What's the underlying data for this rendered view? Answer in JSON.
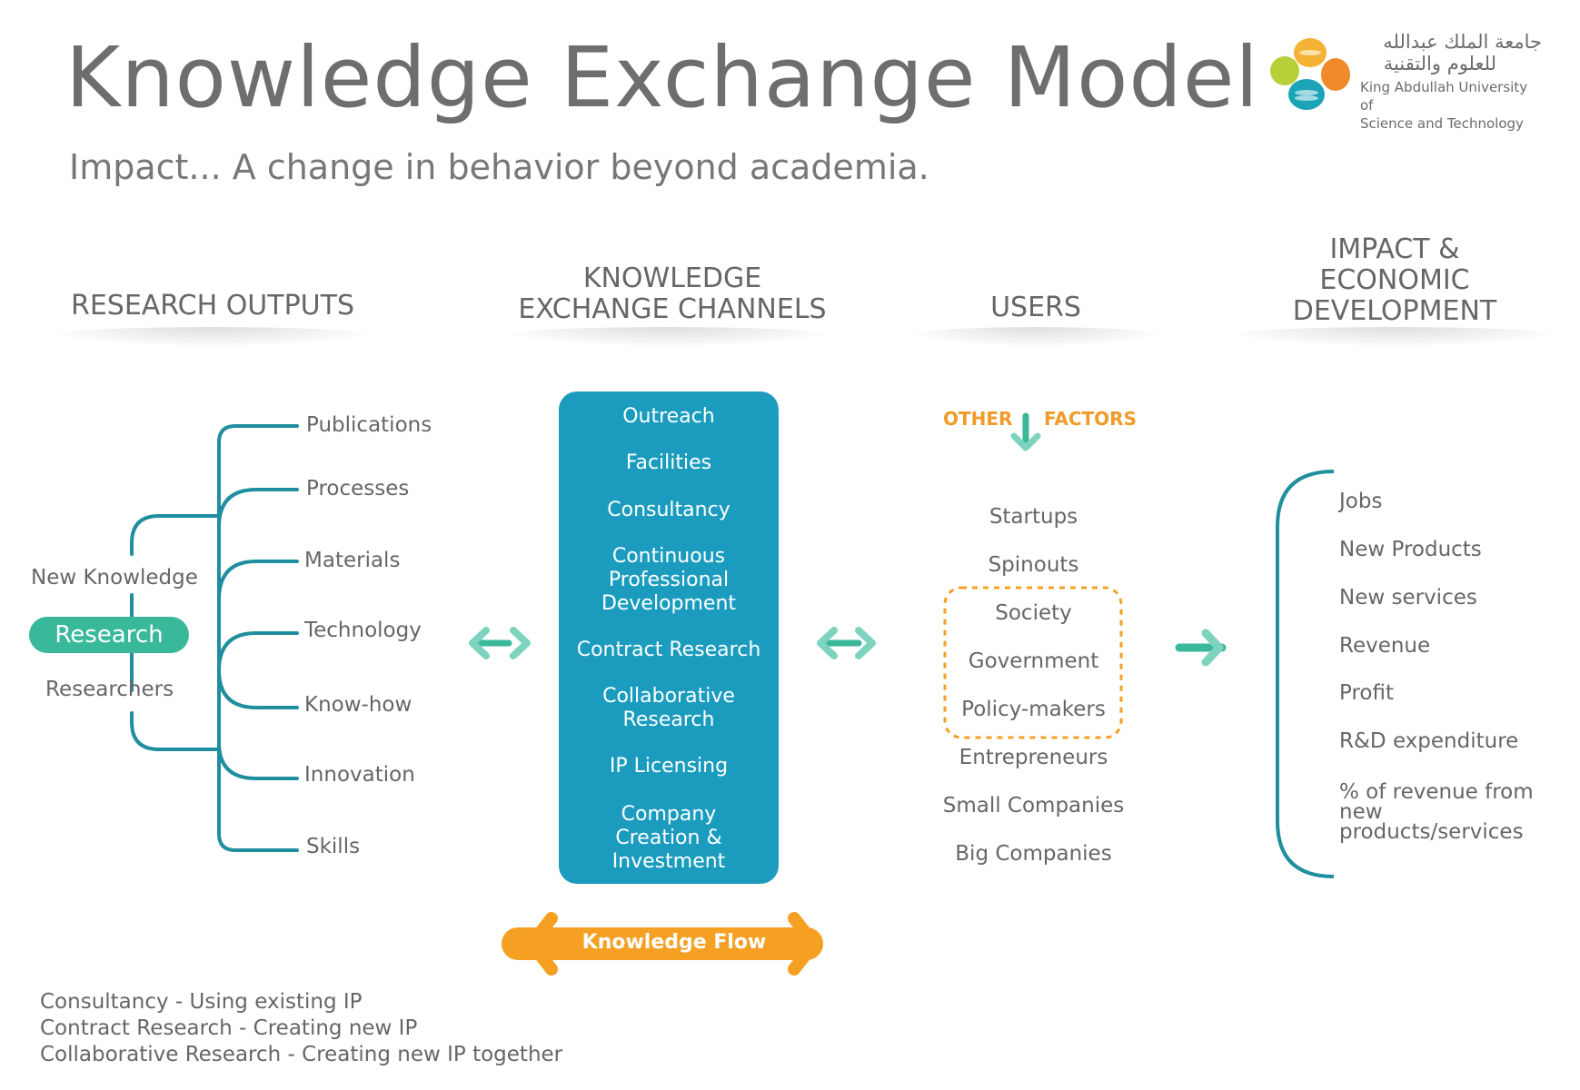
{
  "title": "Knowledge Exchange Model",
  "subtitle": "Impact... A change in behavior beyond academia.",
  "logo": {
    "arabic_line1": "جامعة الملك عبدالله",
    "arabic_line2": "للعلوم والتقنية",
    "english_line1": "King Abdullah University of",
    "english_line2": "Science and Technology"
  },
  "headers": {
    "research_outputs": "RESEARCH OUTPUTS",
    "channels_line1": "KNOWLEDGE",
    "channels_line2": "EXCHANGE CHANNELS",
    "users": "USERS",
    "impact_line1": "IMPACT &",
    "impact_line2": "ECONOMIC",
    "impact_line3": "DEVELOPMENT"
  },
  "research": {
    "new_knowledge": "New Knowledge",
    "research": "Research",
    "researchers": "Researchers",
    "outputs": [
      "Publications",
      "Processes",
      "Materials",
      "Technology",
      "Know-how",
      "Innovation",
      "Skills"
    ]
  },
  "channels": {
    "items": [
      "Outreach",
      "Facilities",
      "Consultancy",
      "Continuous Professional Development",
      "Contract Research",
      "Collaborative Research",
      "IP Licensing",
      "Company Creation & Investment"
    ]
  },
  "users": {
    "other": "OTHER",
    "factors": "FACTORS",
    "items": [
      "Startups",
      "Spinouts",
      "Society",
      "Government",
      "Policy-makers",
      "Entrepreneurs",
      "Small Companies",
      "Big Companies"
    ]
  },
  "impact": {
    "items": [
      "Jobs",
      "New Products",
      "New services",
      "Revenue",
      "Profit",
      "R&D expenditure",
      "% of revenue from new products/services"
    ]
  },
  "knowledge_flow": "Knowledge Flow",
  "notes": [
    "Consultancy - Using existing IP",
    "Contract Research - Creating new IP",
    "Collaborative Research - Creating new IP together"
  ],
  "colors": {
    "teal_line": "#1f8e9e",
    "channel_box": "#1b9cbf",
    "research_pill": "#3ab99a",
    "arrow_green": "#3ab99a",
    "orange": "#f5a023"
  }
}
